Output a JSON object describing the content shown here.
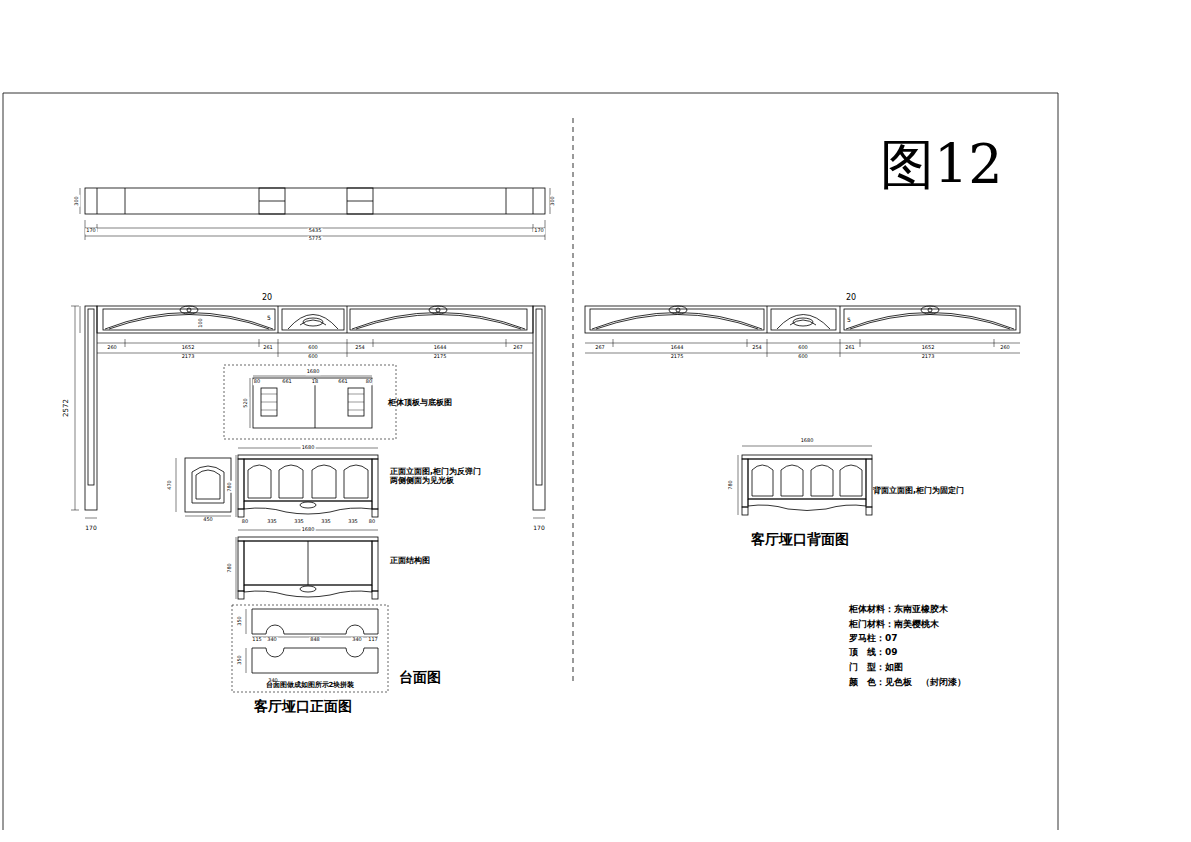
{
  "diagram": {
    "title": "图12",
    "labels": [
      "300",
      "300",
      "170",
      "5435",
      "170",
      "5775",
      "20",
      "5",
      "100",
      "260",
      "1652",
      "261",
      "600",
      "254",
      "1644",
      "267",
      "2173",
      "600",
      "2175",
      "2572",
      "170",
      "170",
      "1680",
      "80",
      "661",
      "18",
      "661",
      "80",
      "520",
      "柜体顶板与底板图",
      "450",
      "470",
      "1680",
      "780",
      "正面立面图,柜门为反弹门 两侧侧面为见光板",
      "80",
      "335",
      "335",
      "335",
      "335",
      "80",
      "1680",
      "780",
      "正面结构图",
      "350",
      "115",
      "340",
      "848",
      "340",
      "117",
      "350",
      "340",
      "台面图做成如图所示2块拼装",
      "台面图",
      "客厅垭口正面图",
      "20",
      "5",
      "267",
      "1644",
      "254",
      "600",
      "261",
      "1652",
      "260",
      "2175",
      "600",
      "2173",
      "1680",
      "780",
      "背面立面图,柜门为固定门",
      "客厅垭口背面图",
      "柜体材料：东南亚橡胶木",
      "柜门材料：南美樱桃木",
      "罗马柱：07",
      "顶　线：09",
      "门　型：如图",
      "颜　色：见色板　（封闭漆）"
    ]
  }
}
